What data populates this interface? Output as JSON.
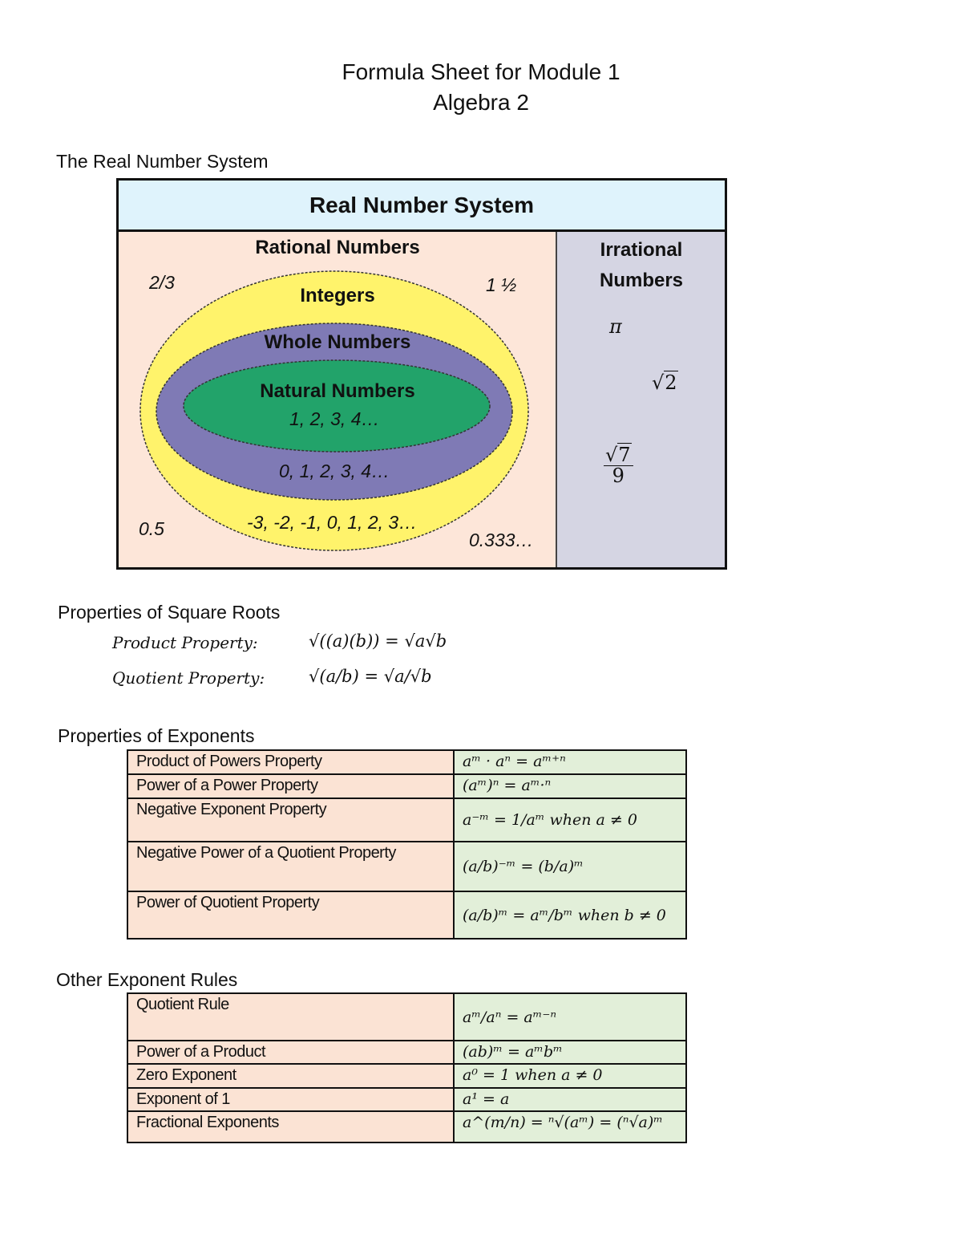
{
  "header": {
    "title": "Formula Sheet for Module 1",
    "subtitle": "Algebra 2"
  },
  "real_number_system": {
    "section_title": "The Real Number System",
    "box_title": "Real Number System",
    "rational_label": "Rational Numbers",
    "integers_label": "Integers",
    "whole_label": "Whole Numbers",
    "natural_label": "Natural Numbers",
    "natural_examples": "1, 2, 3, 4…",
    "whole_examples": "0, 1, 2, 3, 4…",
    "integer_examples": "-3, -2, -1, 0, 1, 2, 3…",
    "rational_examples": [
      "2/3",
      "1 ½",
      "0.5",
      "0.333…"
    ],
    "irrational_label_1": "Irrational",
    "irrational_label_2": "Numbers",
    "irrational_examples": {
      "pi": "π",
      "sqrt2_symbol": "√",
      "sqrt2_radicand": "2",
      "sqrt7_symbol": "√",
      "sqrt7_radicand": "7",
      "denominator": "9"
    },
    "colors": {
      "header": "#dff3fc",
      "rational": "#fde6d9",
      "irrational": "#d5d5e3",
      "integers": "#fff36b",
      "whole": "#7f7ab5",
      "natural": "#22a36a"
    }
  },
  "square_roots": {
    "section_title": "Properties of Square Roots",
    "product_label": "Product Property:",
    "product_formula": "√((a)(b)) = √a√b",
    "quotient_label": "Quotient Property:",
    "quotient_formula": "√(a/b) = √a/√b"
  },
  "exponents": {
    "section_title": "Properties of Exponents",
    "rows": [
      {
        "name": "Product of Powers Property",
        "formula": "aᵐ · aⁿ = aᵐ⁺ⁿ"
      },
      {
        "name": "Power of a Power Property",
        "formula": "(aᵐ)ⁿ = aᵐ·ⁿ"
      },
      {
        "name": "Negative Exponent Property",
        "formula": "a⁻ᵐ = 1/aᵐ when a ≠ 0"
      },
      {
        "name": "Negative Power of a Quotient Property",
        "formula": "(a/b)⁻ᵐ = (b/a)ᵐ"
      },
      {
        "name": "Power of Quotient Property",
        "formula": "(a/b)ᵐ = aᵐ/bᵐ when b ≠ 0"
      }
    ]
  },
  "other_rules": {
    "section_title": "Other Exponent Rules",
    "rows": [
      {
        "name": "Quotient Rule",
        "formula": "aᵐ/aⁿ = aᵐ⁻ⁿ"
      },
      {
        "name": "Power of a Product",
        "formula": "(ab)ᵐ = aᵐbᵐ"
      },
      {
        "name": "Zero Exponent",
        "formula": "a⁰ = 1 when a ≠ 0"
      },
      {
        "name": "Exponent of 1",
        "formula": "a¹ = a"
      },
      {
        "name": "Fractional Exponents",
        "formula": "a^(m/n) = ⁿ√(aᵐ) = (ⁿ√a)ᵐ"
      }
    ]
  }
}
